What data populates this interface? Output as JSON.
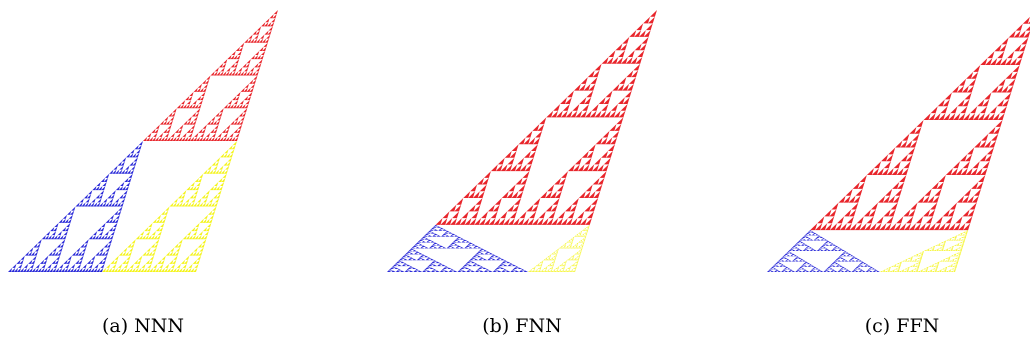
{
  "colors": {
    "red": "#e8252b",
    "blue": "#2a2ad8",
    "yellow": "#f4f41c"
  },
  "panels": [
    {
      "caption": "(a) NNN",
      "pattern": "NNN"
    },
    {
      "caption": "(b) FNN",
      "pattern": "FNN"
    },
    {
      "caption": "(c) FFN",
      "pattern": "FFN"
    }
  ]
}
